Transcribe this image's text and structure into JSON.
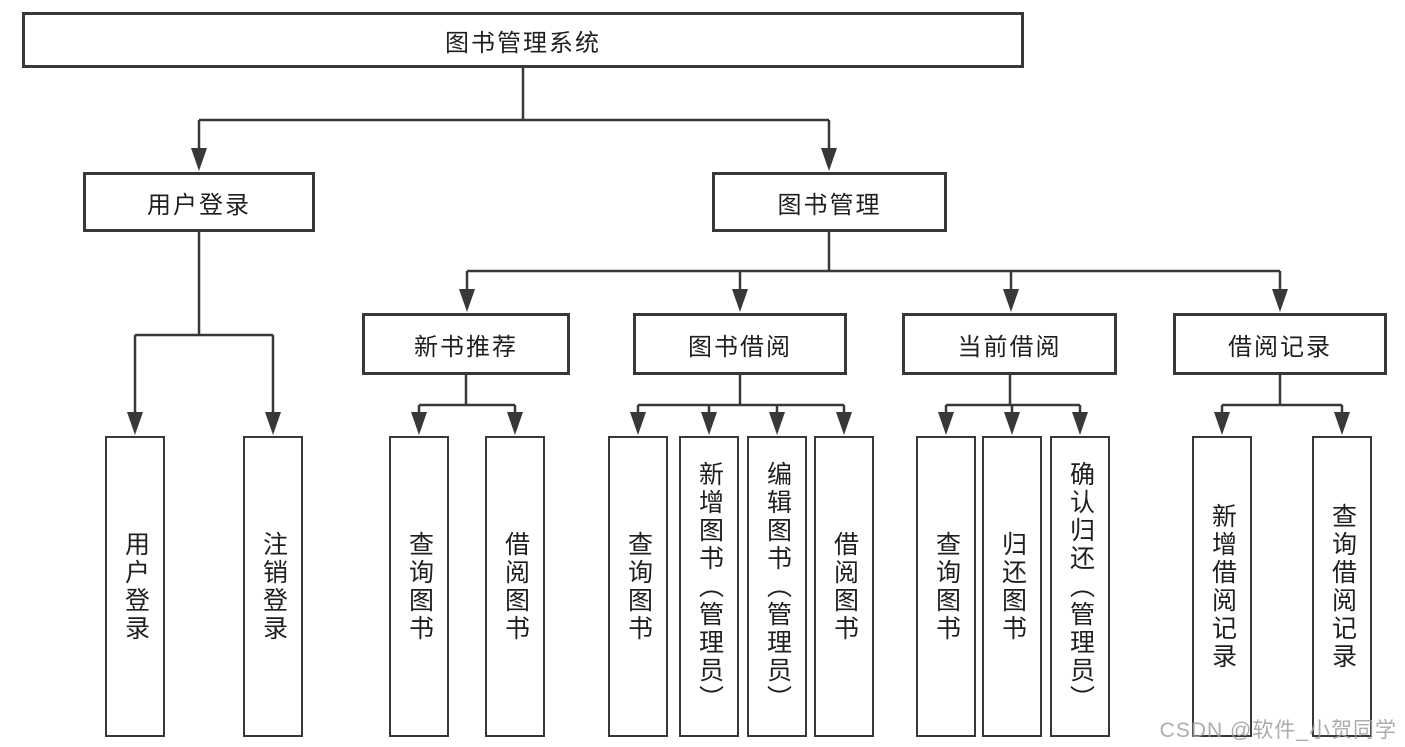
{
  "diagram": {
    "root": {
      "label": "图书管理系统"
    },
    "branches": [
      {
        "label": "用户登录",
        "children": [
          {
            "label": "用户登录"
          },
          {
            "label": "注销登录"
          }
        ]
      },
      {
        "label": "图书管理",
        "children": [
          {
            "label": "新书推荐",
            "children": [
              {
                "label": "查询图书"
              },
              {
                "label": "借阅图书"
              }
            ]
          },
          {
            "label": "图书借阅",
            "children": [
              {
                "label": "查询图书"
              },
              {
                "label": "新增图书（管理员）"
              },
              {
                "label": "编辑图书（管理员）"
              },
              {
                "label": "借阅图书"
              }
            ]
          },
          {
            "label": "当前借阅",
            "children": [
              {
                "label": "查询图书"
              },
              {
                "label": "归还图书"
              },
              {
                "label": "确认归还（管理员）"
              }
            ]
          },
          {
            "label": "借阅记录",
            "children": [
              {
                "label": "新增借阅记录"
              },
              {
                "label": "查询借阅记录"
              }
            ]
          }
        ]
      }
    ]
  },
  "colors": {
    "line": "#383838",
    "text": "#1f1f1f",
    "watermark": "#9e9e9e"
  },
  "watermark": {
    "text": "CSDN @软件_小贺同学"
  }
}
